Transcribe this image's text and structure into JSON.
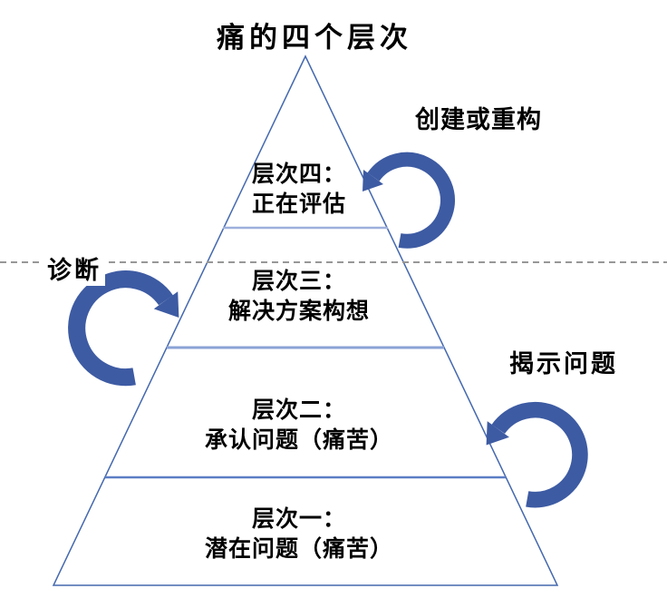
{
  "title": "痛的四个层次",
  "pyramid": {
    "levels": [
      {
        "name": "层次四：",
        "desc": "正在评估"
      },
      {
        "name": "层次三：",
        "desc": "解决方案构想"
      },
      {
        "name": "层次二：",
        "desc": "承认问题（痛苦）"
      },
      {
        "name": "层次一：",
        "desc": "潜在问题（痛苦）"
      }
    ]
  },
  "annotations": {
    "create_or_restructure": "创建或重构",
    "diagnose": "诊断",
    "reveal_problem": "揭示问题"
  },
  "colors": {
    "pyramid_outline": "#4468ae",
    "divider_top": "#9db0dc",
    "divider_middle": "#8aa2d6",
    "divider_bottom": "#5b7ec5",
    "dashed_line": "#979797",
    "arrow": "#3d5ba3",
    "text": "#000000"
  }
}
